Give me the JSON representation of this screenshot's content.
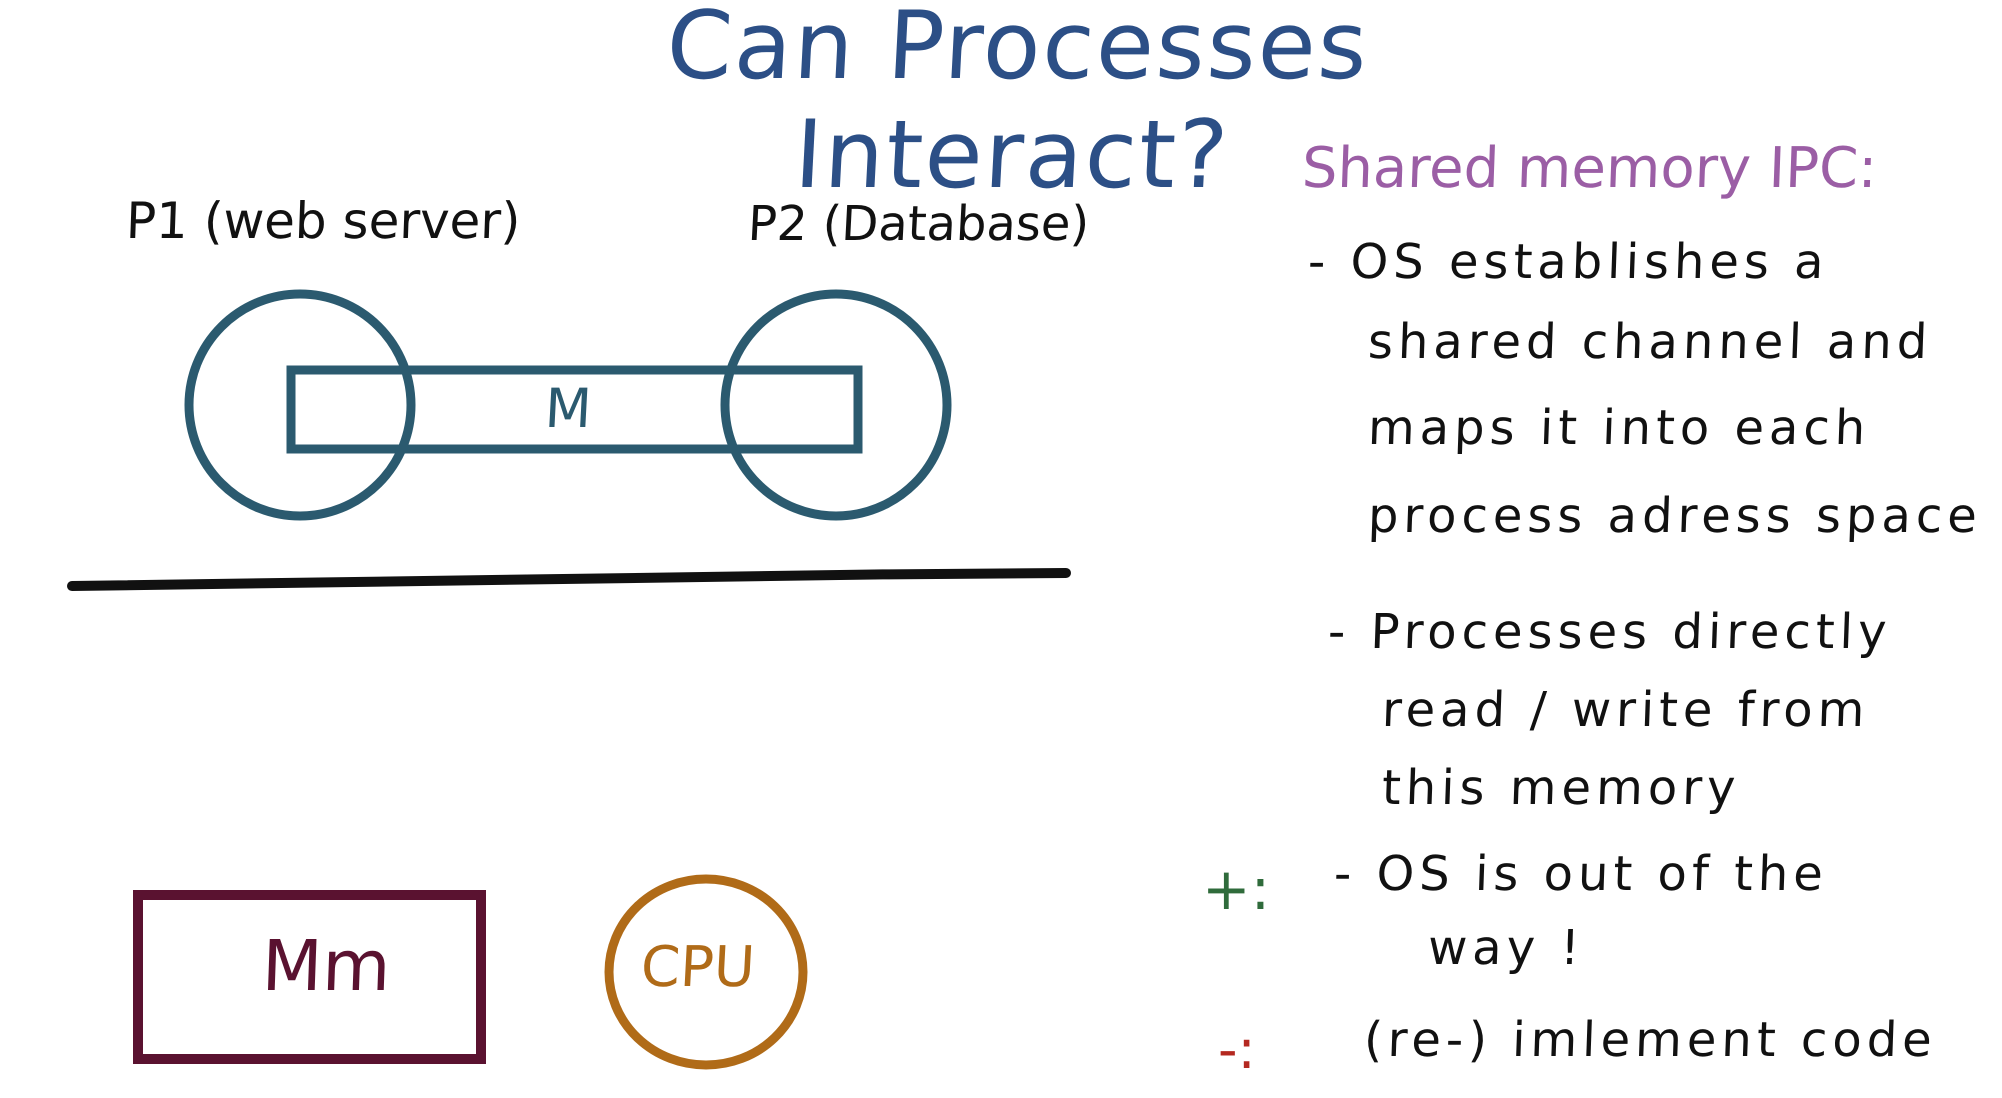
{
  "title": "Can Processes Interact?",
  "diagram": {
    "p1_label": "P1 (web server)",
    "p2_label": "P2 (Database)",
    "shared_memory_label": "M",
    "main_memory_label": "Mm",
    "cpu_label": "CPU"
  },
  "notes": {
    "heading": "Shared memory IPC:",
    "lines": [
      "- OS establishes a",
      "shared channel and",
      "maps it into each",
      "process adress space",
      "- Processes directly",
      "read / write from",
      "this memory",
      "- OS is out of the",
      "way !",
      "(re-) imlement code"
    ],
    "plus_mark": "+:",
    "minus_mark": "-:"
  },
  "colors": {
    "title": "#2c4f86",
    "diagram_stroke": "#2b5a6f",
    "ink": "#111111",
    "heading": "#9b5ea5",
    "main_memory": "#5a1230",
    "cpu": "#b06b18",
    "plus": "#2f6b3b",
    "minus": "#b42820"
  }
}
